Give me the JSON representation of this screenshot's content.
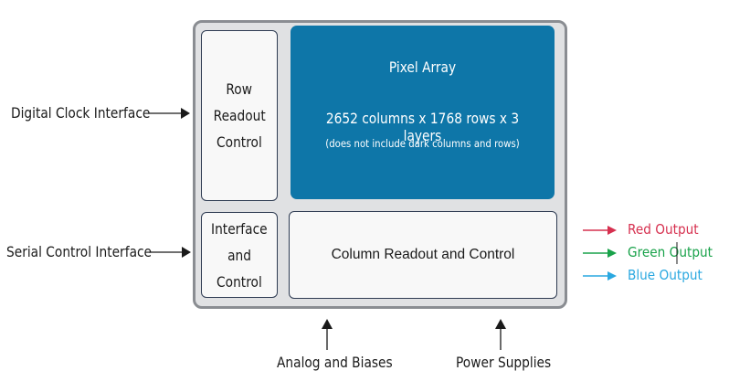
{
  "chip": {
    "row_readout": [
      "Row",
      "Readout",
      "Control"
    ],
    "interface_control": [
      "Interface",
      "and",
      "Control"
    ],
    "column_readout": "Column Readout and Control",
    "pixel_array": {
      "title": "Pixel Array",
      "dimensions": "2652 columns x 1768 rows x 3 layers",
      "note": "(does not include dark columns and rows)"
    },
    "fill_color": "#0e76a8"
  },
  "inputs": {
    "digital_clock": "Digital Clock Interface",
    "serial_control": "Serial Control Interface",
    "analog": "Analog and Biases",
    "power": "Power Supplies"
  },
  "outputs": [
    {
      "label": "Red Output",
      "color": "#d6304f"
    },
    {
      "label": "Green Output",
      "color": "#19a24a"
    },
    {
      "label": "Blue Output",
      "color": "#2aa8e0"
    }
  ]
}
